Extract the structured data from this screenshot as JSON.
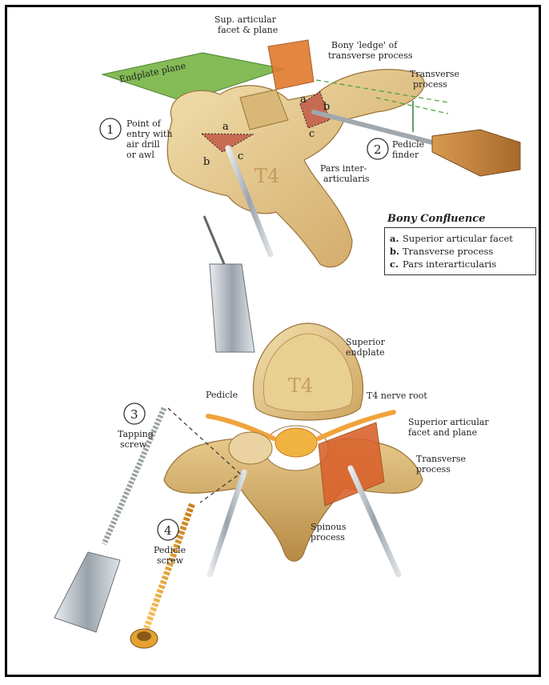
{
  "top": {
    "endplate_plane": "Endplate plane",
    "sup_facet": [
      "Sup. articular",
      "facet & plane"
    ],
    "bony_ledge": [
      "Bony 'ledge' of",
      "transverse process"
    ],
    "transverse_process": [
      "Transverse",
      "process"
    ],
    "step1_number": "1",
    "step1_text": [
      "Point of",
      "entry with",
      "air drill",
      "or awl"
    ],
    "step2_number": "2",
    "step2_text": [
      "Pedicle",
      "finder"
    ],
    "pars": [
      "Pars inter-",
      "articularis"
    ],
    "vertebra_label": "T4",
    "point_a": "a",
    "point_b": "b",
    "point_c": "c"
  },
  "legend": {
    "title": "Bony Confluence",
    "items": [
      {
        "key": "a.",
        "text": "Superior articular facet"
      },
      {
        "key": "b.",
        "text": "Transverse process"
      },
      {
        "key": "c.",
        "text": "Pars interarticularis"
      }
    ]
  },
  "bottom": {
    "superior_endplate": [
      "Superior",
      "endplate"
    ],
    "pedicle": "Pedicle",
    "nerve_root": "T4 nerve root",
    "sup_facet_plane": [
      "Superior articular",
      "facet and plane"
    ],
    "transverse_process": [
      "Transverse",
      "process"
    ],
    "step3_number": "3",
    "step3_text": [
      "Tapping",
      "screw"
    ],
    "step4_number": "4",
    "step4_text": [
      "Pedicle",
      "screw"
    ],
    "spinous_process": [
      "Spinous",
      "process"
    ],
    "vertebra_label": "T4"
  }
}
